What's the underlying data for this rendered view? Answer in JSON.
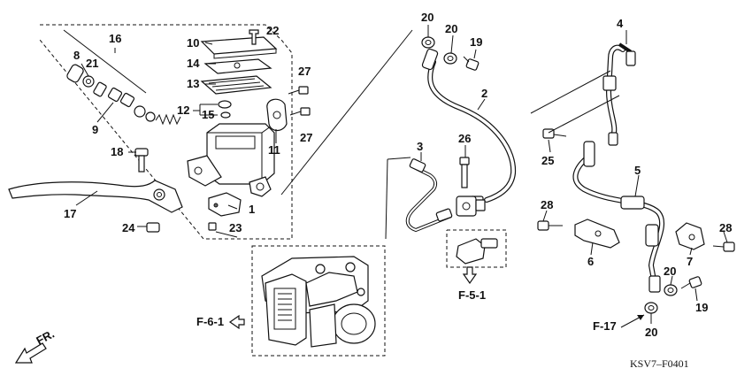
{
  "diagram": {
    "callouts": {
      "p1": "1",
      "p2": "2",
      "p3": "3",
      "p4": "4",
      "p5": "5",
      "p6": "6",
      "p7": "7",
      "p8": "8",
      "p9": "9",
      "p10": "10",
      "p11": "11",
      "p12": "12",
      "p13": "13",
      "p14": "14",
      "p15": "15",
      "p16": "16",
      "p17": "17",
      "p18": "18",
      "p19a": "19",
      "p19b": "19",
      "p20a": "20",
      "p20b": "20",
      "p20c": "20",
      "p20d": "20",
      "p21": "21",
      "p22": "22",
      "p23": "23",
      "p24": "24",
      "p25": "25",
      "p26": "26",
      "p27a": "27",
      "p27b": "27",
      "p28a": "28",
      "p28b": "28"
    },
    "refs": {
      "f61": "F-6-1",
      "f51": "F-5-1",
      "f17": "F-17",
      "front": "FR."
    },
    "drawing_code": "KSV7–F0401"
  }
}
